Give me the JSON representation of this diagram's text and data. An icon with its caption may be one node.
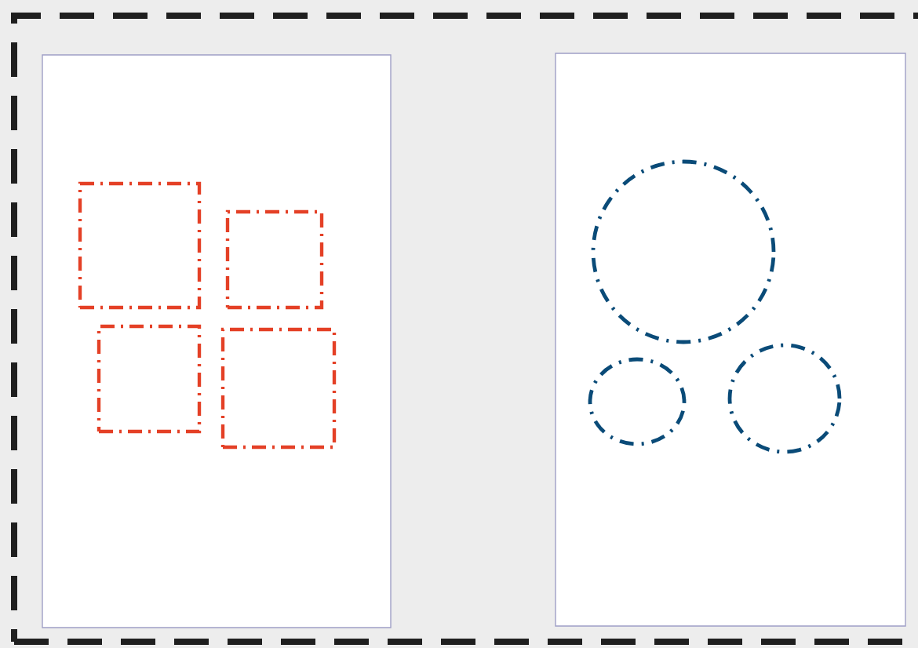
{
  "diagram": {
    "nodes": [
      {
        "text": [],
        "shape": "box"
      },
      {
        "text": [],
        "shape": "box",
        "in": 0
      },
      {
        "text": [],
        "shape": "box",
        "in": 0
      },
      {
        "text": [],
        "shape": "box",
        "in": 1
      },
      {
        "text": [],
        "shape": "box",
        "in": 1
      },
      {
        "text": [],
        "shape": "box",
        "in": 1
      },
      {
        "text": [],
        "shape": "box",
        "in": 1
      },
      {
        "text": [],
        "shape": "circle",
        "in": 2
      },
      {
        "text": [],
        "shape": "circle",
        "in": 2
      },
      {
        "text": [],
        "shape": "circle",
        "in": 2
      }
    ]
  }
}
